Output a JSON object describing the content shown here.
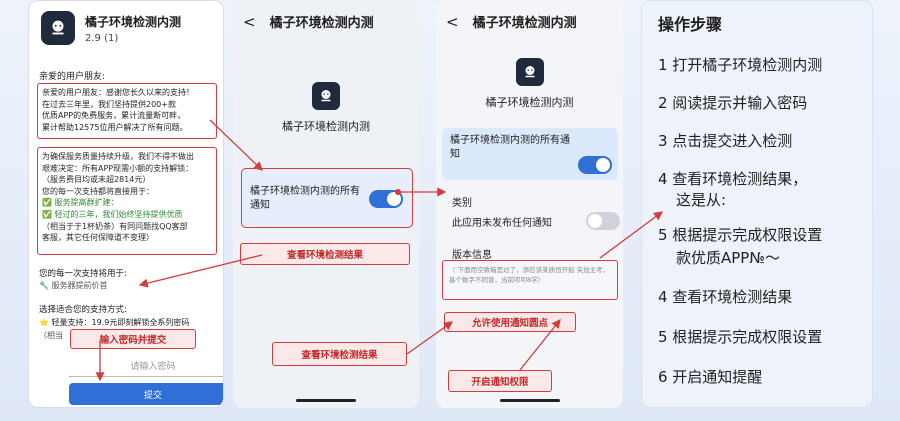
{
  "app": {
    "name": "橘子环境检测内测",
    "version": "2.9 (1)",
    "icon_label": "TIGER"
  },
  "panel1": {
    "greeting": "亲爱的用户朋友:",
    "box1": [
      "亲爱的用户朋友：感谢您长久以来的支持！",
      "在过去三年里，我们坚持提供200+款",
      "优质APP的免费服务，累计流量断可畔，",
      "累计帮助12575位用户解决了所有问题。"
    ],
    "box2": [
      "为确保服务质量持续升级，我们不得不做出",
      "艰难决定：所有APP现需小额的支持解锁：",
      "（服务费目均或未超2814元）",
      "您的每一次支持都将直接用于：",
      "✅ 服务提高群扩建：",
      "✅ 轻过的三年，我们始终坚持提供优质",
      "（相当于于1杯奶茶）有同问题找QQ客部",
      "客服，其它任何保障道不变理）"
    ],
    "support_label": "您的每一次支持将用于:",
    "support_item": "🔧 服务器提前价首",
    "choose_label": "选择适合您的支持方式:",
    "choose_item": "⭐ 轻量支持：19.9元即刻解锁全系列密码",
    "choose_item2": "（相当",
    "password_placeholder": "请输入密码",
    "submit_label": "提交",
    "annotation_pwd": "输入密码并提交"
  },
  "panel2": {
    "back": "<",
    "title": "橘子环境检测内测",
    "center_title": "橘子环境检测内测",
    "notif_label": "橘子环境检测内测的所有通知",
    "annotation_check1": "查看环境检测结果",
    "annotation_check2": "查看环境检测结果"
  },
  "panel3": {
    "back": "<",
    "title": "橘子环境检测内测",
    "center_title": "橘子环境检测内测",
    "notif_label": "橘子环境检测内测的所有通知",
    "category": "类别",
    "no_notif": "此应用未发布任何通知",
    "version_label": "版本信息",
    "version_text": "（ 下面而空致箱是过了，添信该某质恒开船 央加主考，基个数字不同曾，当前叩叩8学）",
    "annotation_allow": "允许使用通知圆点",
    "annotation_open": "开启通知权限"
  },
  "steps": {
    "title": "操作步骤",
    "items": [
      "1 打开橘子环境检测内测",
      "2 阅读提示并输入密码",
      "3 点击提交进入检测",
      "4 查看环境检测结果，",
      "5 根据提示完成权限设置",
      "4 查看环境检测结果",
      "5 根据提示完成权限设置",
      "6 开启通知提醒"
    ],
    "sub_4": "这是从:",
    "sub_5": "款优质APP№～"
  },
  "colors": {
    "accent": "#2f6fd6",
    "annotation": "#d63a3a",
    "card": "#e6eefb"
  }
}
